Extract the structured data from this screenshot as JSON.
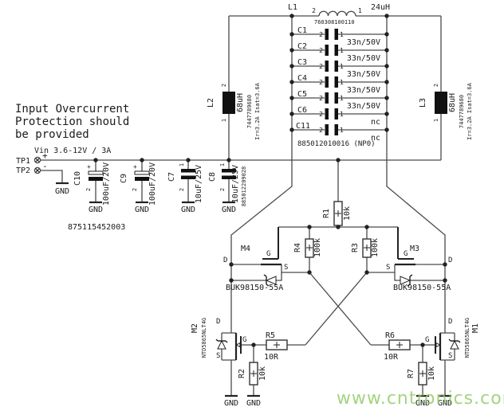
{
  "colors": {
    "wire": "#4a4a4a",
    "ink": "#1b1b1b",
    "watermark": "#8fc965"
  },
  "labels": {
    "gnd": "GND",
    "d": "D",
    "g": "G",
    "s": "S",
    "pin1": "1",
    "pin2": "2",
    "plus": "+",
    "minus": "-"
  },
  "notes": {
    "warning_line1": "Input Overcurrent",
    "warning_line2": "Protection should",
    "warning_line3": "be provided",
    "vin": "Vin 3.6-12V / 3A",
    "input_cap_part": "875115452003"
  },
  "testpoints": {
    "tp1": "TP1",
    "tp2": "TP2"
  },
  "tank": {
    "l1": {
      "ref": "L1",
      "value": "24uH",
      "part": "760308100110"
    },
    "caps": [
      {
        "ref": "C1",
        "value": "33n/50V"
      },
      {
        "ref": "C2",
        "value": "33n/50V"
      },
      {
        "ref": "C3",
        "value": "33n/50V"
      },
      {
        "ref": "C4",
        "value": "33n/50V"
      },
      {
        "ref": "C5",
        "value": "33n/50V"
      },
      {
        "ref": "C6",
        "value": "nc"
      },
      {
        "ref": "C11",
        "value": "nc"
      }
    ],
    "caps_part": "885012010016 (NP0)"
  },
  "chokes": {
    "l2": {
      "ref": "L2",
      "value": "68uH",
      "part": "7447789680",
      "rating": "Ir=3.2A Isat=3.6A"
    },
    "l3": {
      "ref": "L3",
      "value": "68uH",
      "part": "7447789680",
      "rating": "Ir=3.2A Isat=3.6A"
    }
  },
  "input_caps": [
    {
      "ref": "C10",
      "value": "100uF/20V"
    },
    {
      "ref": "C9",
      "value": "100uF/20V"
    },
    {
      "ref": "C7",
      "value": "10uF/25V"
    },
    {
      "ref": "C8",
      "value": "10uF/25V",
      "part": "885012209028"
    }
  ],
  "resistors": {
    "r1": {
      "ref": "R1",
      "value": "10k"
    },
    "r2": {
      "ref": "R2",
      "value": "10k"
    },
    "r3": {
      "ref": "R3",
      "value": "100k"
    },
    "r4": {
      "ref": "R4",
      "value": "100k"
    },
    "r5": {
      "ref": "R5",
      "value": "10R"
    },
    "r6": {
      "ref": "R6",
      "value": "10R"
    },
    "r7": {
      "ref": "R7",
      "value": "10k"
    }
  },
  "mosfets": {
    "m1": {
      "ref": "M1",
      "part": "NTD5865NLT4G"
    },
    "m2": {
      "ref": "M2",
      "part": "NTD5865NLT4G"
    },
    "m3": {
      "ref": "M3",
      "part": "BUK98150-55A"
    },
    "m4": {
      "ref": "M4",
      "part": "BUK98150-55A"
    }
  },
  "watermark": "www.cntronics.com"
}
